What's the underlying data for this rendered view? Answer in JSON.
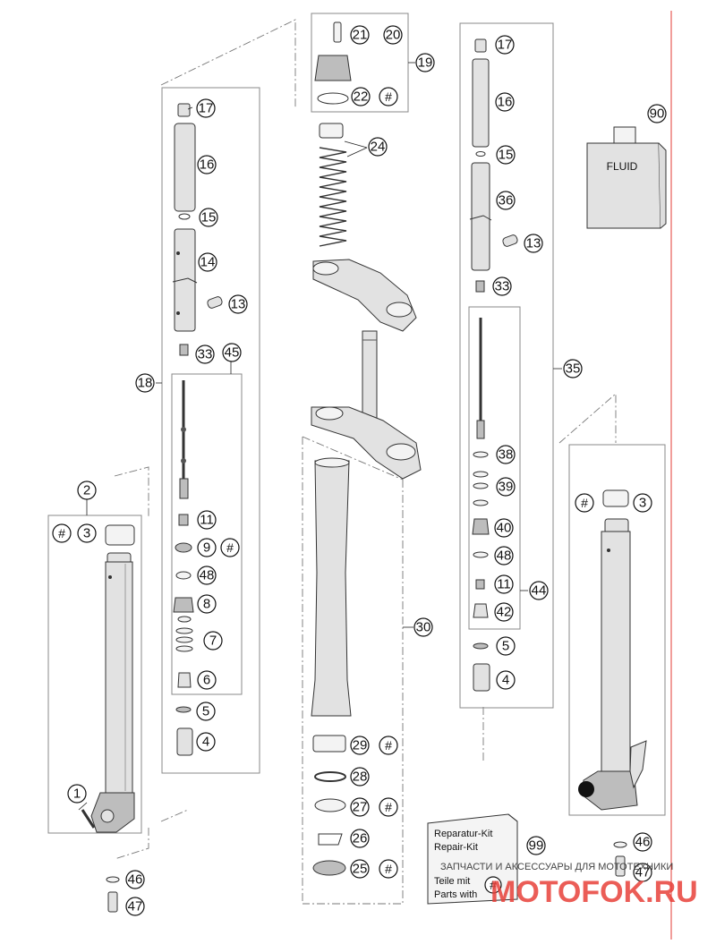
{
  "callouts": {
    "c1": "1",
    "c2": "2",
    "c3a": "3",
    "c3b": "3",
    "c4a": "4",
    "c4b": "4",
    "c5a": "5",
    "c5b": "5",
    "c6": "6",
    "c7": "7",
    "c8": "8",
    "c9": "9",
    "c11a": "11",
    "c11b": "11",
    "c13a": "13",
    "c13b": "13",
    "c14": "14",
    "c15a": "15",
    "c15b": "15",
    "c16a": "16",
    "c16b": "16",
    "c17a": "17",
    "c17b": "17",
    "c18": "18",
    "c19": "19",
    "c20": "20",
    "c21": "21",
    "c22": "22",
    "c24": "24",
    "c25": "25",
    "c26": "26",
    "c27": "27",
    "c28": "28",
    "c29": "29",
    "c30": "30",
    "c33a": "33",
    "c33b": "33",
    "c35": "35",
    "c36": "36",
    "c38": "38",
    "c39": "39",
    "c40": "40",
    "c42": "42",
    "c44": "44",
    "c45": "45",
    "c46a": "46",
    "c46b": "46",
    "c47a": "47",
    "c47b": "47",
    "c48a": "48",
    "c48b": "48",
    "c90": "90",
    "c99": "99"
  },
  "hash_mark": "#",
  "fluid_label": "FLUID",
  "repair_kit": {
    "line1": "Reparatur-Kit",
    "line2": "Repair-Kit",
    "line3": "Teile mit",
    "line4": "Parts with"
  },
  "watermark": {
    "text": "ЗАПЧАСТИ И АКСЕССУАРЫ ДЛЯ МОТОТЕХНИКИ",
    "logo": "MOTOFOK.RU"
  },
  "colors": {
    "accent_line": "#e33b35",
    "ink": "#111111"
  }
}
